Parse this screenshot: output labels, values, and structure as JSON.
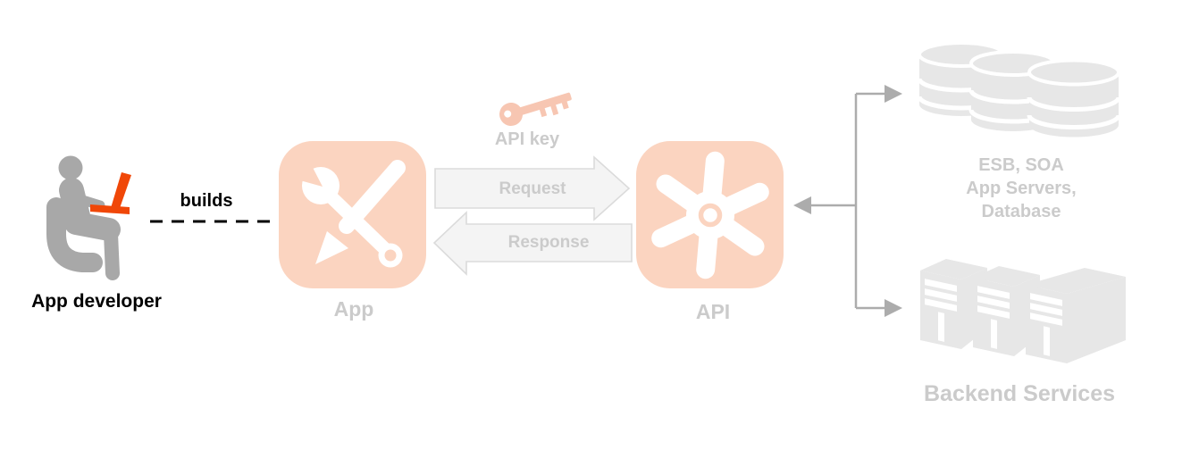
{
  "diagram": {
    "developer": {
      "label": "App developer",
      "builds_label": "builds",
      "icon": "person-at-laptop-icon"
    },
    "app": {
      "label": "App",
      "icon": "wrench-and-pencil-icon"
    },
    "api": {
      "label": "API",
      "icon": "impeller-gear-icon"
    },
    "api_key": {
      "label": "API key",
      "icon": "key-icon"
    },
    "request_arrow": {
      "label": "Request",
      "direction": "right"
    },
    "response_arrow": {
      "label": "Response",
      "direction": "left"
    },
    "backend_upper": {
      "lines": [
        "ESB, SOA",
        "App Servers,",
        "Database"
      ],
      "icon": "database-cylinders-icon"
    },
    "backend_lower": {
      "label": "Backend Services",
      "icon": "server-towers-icon"
    }
  },
  "colors": {
    "accent-orange": "#f04708",
    "icon-salmon": "#fbd4c0",
    "key-pink": "#f7c6b2",
    "figure-gray": "#a8a8a8",
    "muted-gray": "#cbcbcb",
    "connector-gray": "#acacac",
    "asset-gray": "#e7e7e7",
    "arrow-fill": "#f4f4f4",
    "arrow-stroke": "#dbdbdb",
    "text-black": "#000000"
  }
}
